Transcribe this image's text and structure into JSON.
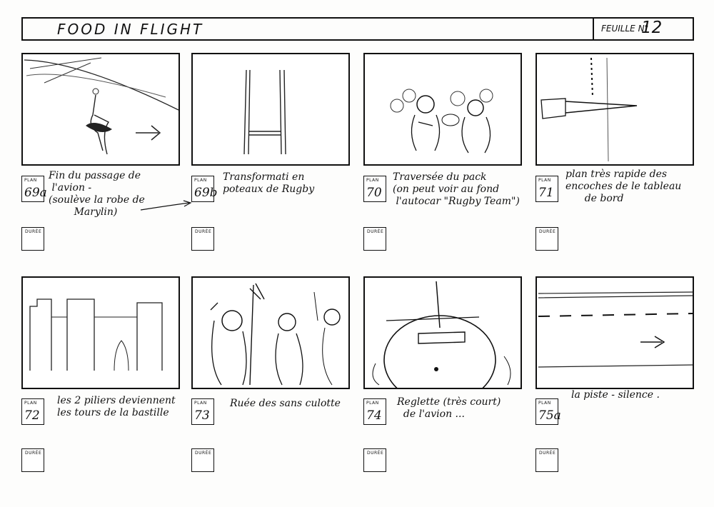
{
  "header": {
    "title": "FOOD IN FLIGHT",
    "sheet_label": "FEUILLE N°",
    "sheet_number": "12"
  },
  "labels": {
    "plan": "PLAN",
    "duree": "DURÉE"
  },
  "panels": [
    {
      "plan": "69a",
      "note": "Fin du passage de\n l'avion -\n(soulève la robe de\n        Marylin)"
    },
    {
      "plan": "69b",
      "note": "Transformati en\npoteaux de Rugby"
    },
    {
      "plan": "70",
      "note": "Traversée du pack\n(on peut voir au fond\n l'autocar \"Rugby Team\")"
    },
    {
      "plan": "71",
      "note": "plan très rapide des\nencoches de le tableau\n      de bord"
    },
    {
      "plan": "72",
      "note": "les 2 piliers deviennent\nles tours de la bastille"
    },
    {
      "plan": "73",
      "note": "Ruée des sans culotte"
    },
    {
      "plan": "74",
      "note": "Reglette (très court)\n  de l'avion ..."
    },
    {
      "plan": "75a",
      "note": "la piste - silence ."
    }
  ]
}
